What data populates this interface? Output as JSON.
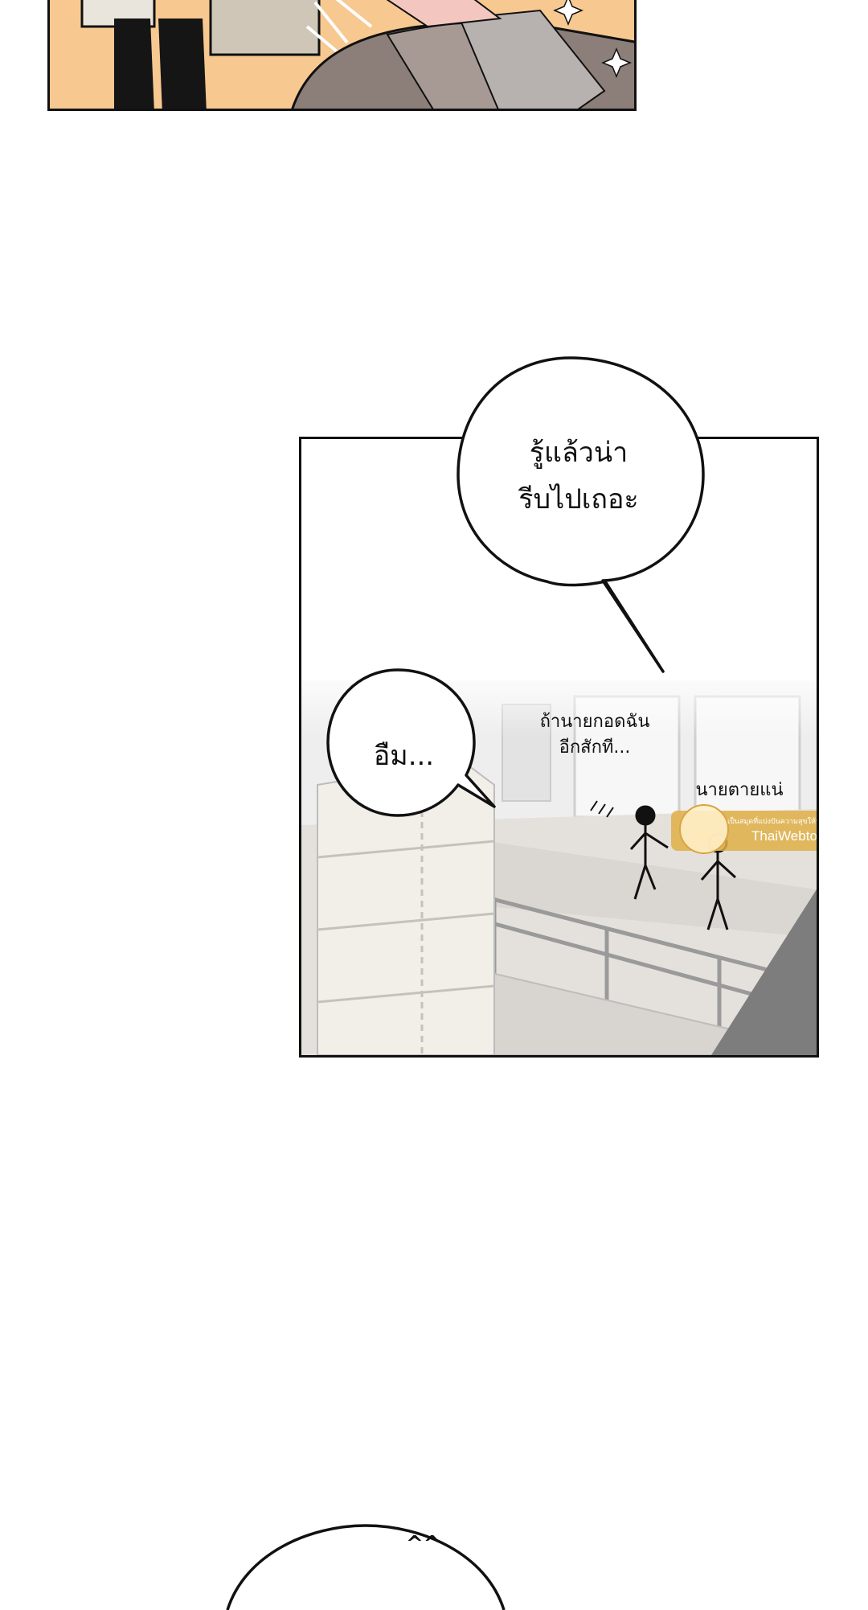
{
  "bubbles": {
    "top_line1": "รู้แล้วน่า",
    "top_line2": "รีบไปเถอะ",
    "left": "อืม...",
    "bottom_partial": "^^"
  },
  "captions": {
    "line1": "ถ้านายกอดฉัน",
    "line2": "อีกสักที...",
    "right": "นายตายแน่"
  },
  "watermark": {
    "small": "เป็นสมุดที่แบ่งปันความสุขให้ทุกคน",
    "brand": "ThaiWebtoon"
  }
}
